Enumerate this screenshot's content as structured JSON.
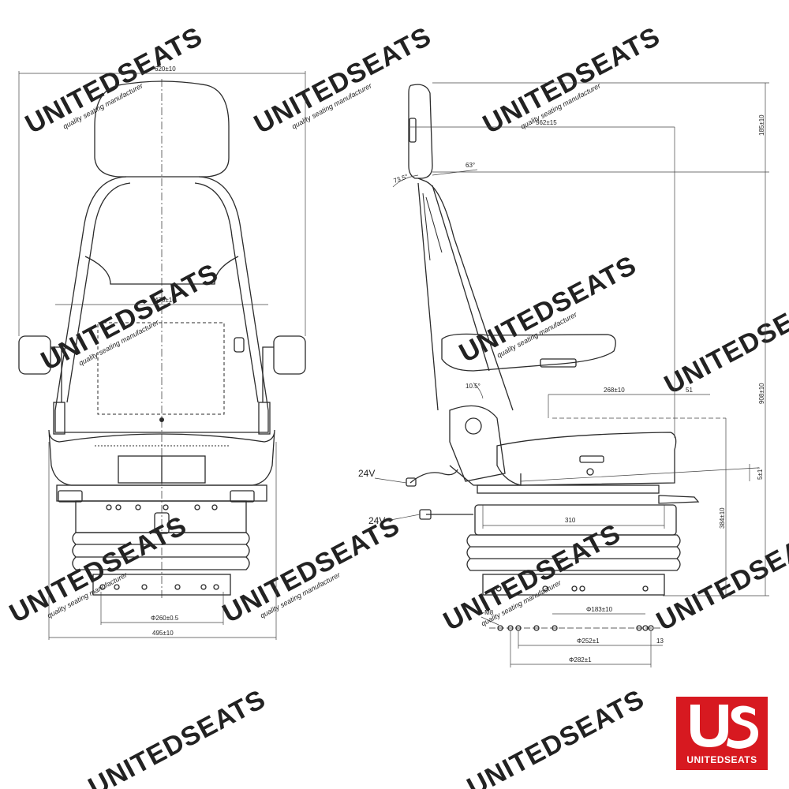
{
  "front_view": {
    "dimensions": {
      "overall_width": "620±10",
      "seat_width": "470±10",
      "base_mount_spacing": "Φ260±0.5",
      "base_width": "495±10"
    }
  },
  "side_view": {
    "dimensions": {
      "headrest_reach": "562±15",
      "headrest_height": "185±10",
      "backrest_tilt": "73.5°",
      "backrest_angle": "63°",
      "seat_tilt_angle": "10.5°",
      "seat_depth": "268±10",
      "cushion_offset": "51",
      "cushion_tilt": "5±1°",
      "overall_height": "908±10",
      "suspension_height": "384±10",
      "base_length": "310",
      "mount_bolts": "6-M8",
      "mount_span_small": "Φ183±10",
      "mount_span_medium": "Φ252±1",
      "mount_span_large": "Φ282±1",
      "edge_offset": "13"
    },
    "connectors": {
      "upper": "24V",
      "lower": "24V"
    }
  },
  "watermark": {
    "brand": "UNITEDSEATS",
    "tagline": "quality seating manufacturer"
  },
  "logo": {
    "text": "UNITEDSEATS",
    "background": "#d71920",
    "foreground": "#ffffff"
  },
  "colors": {
    "line": "#2b2b2b",
    "watermark": "#cfcfcf"
  }
}
